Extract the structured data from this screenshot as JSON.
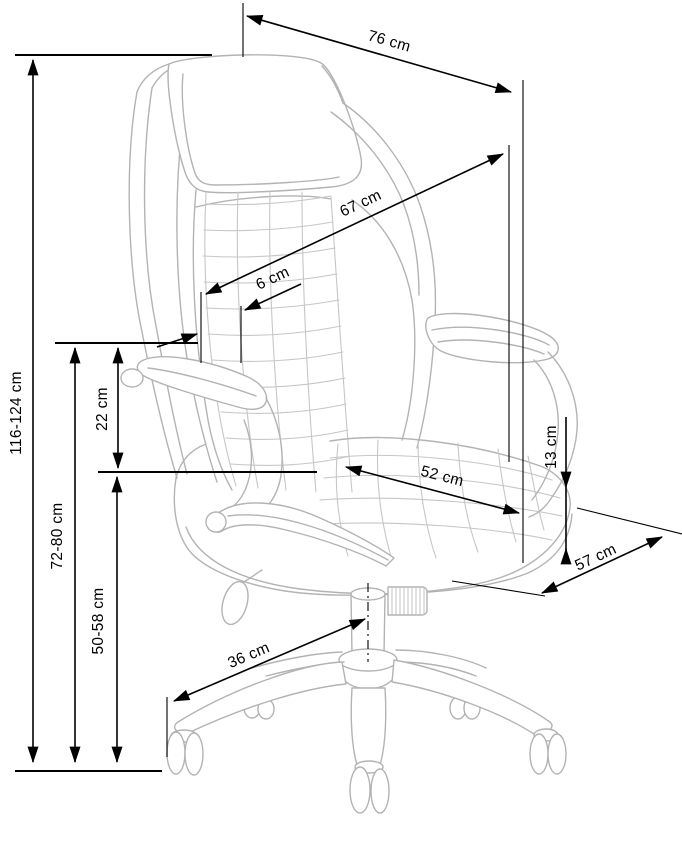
{
  "drawing": {
    "subject": "office chair dimension diagram",
    "unit": "cm",
    "labels": {
      "total_height": "116-124 cm",
      "total_width": "76 cm",
      "backrest_height": "67 cm",
      "headrest_offset": "6 cm",
      "armrest_above_seat": "22 cm",
      "armrest_floor_height": "72-80 cm",
      "seat_floor_height": "50-58 cm",
      "seat_width": "52 cm",
      "seat_cushion_thickness": "13 cm",
      "seat_depth": "57 cm",
      "base_leg_reach": "36 cm"
    },
    "colors": {
      "dimension_lines": "#000000",
      "chair_line_art": "#b3b3b3",
      "background": "#ffffff"
    }
  }
}
